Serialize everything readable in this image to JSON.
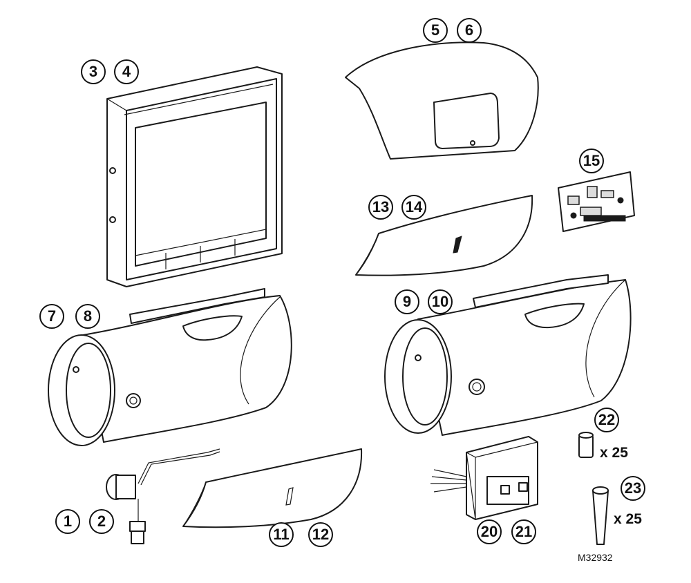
{
  "callouts": {
    "c1": "1",
    "c2": "2",
    "c3": "3",
    "c4": "4",
    "c5": "5",
    "c6": "6",
    "c7": "7",
    "c8": "8",
    "c9": "9",
    "c10": "10",
    "c11": "11",
    "c12": "12",
    "c13": "13",
    "c14": "14",
    "c15": "15",
    "c20": "20",
    "c21": "21",
    "c22": "22",
    "c23": "23"
  },
  "quantities": {
    "part22": "x 25",
    "part23": "x 25"
  },
  "figure_ref": "M32932"
}
